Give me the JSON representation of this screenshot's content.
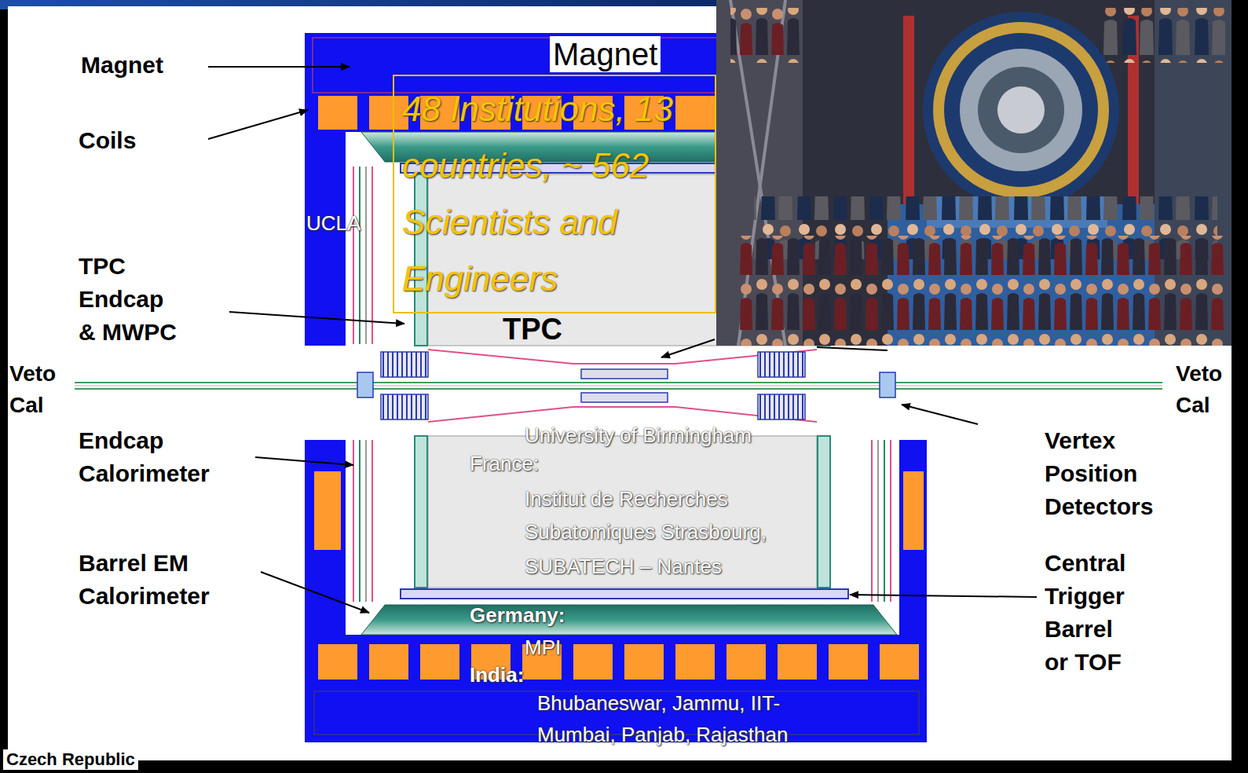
{
  "diagram": {
    "nodes": [
      {
        "text": [
          "48 Institutions, 13 countries, ~ 562 Scientists and Engineers"
        ]
      }
    ],
    "labels": [
      "Magnet",
      "Coils",
      "TPC Endcap & MWPC",
      "Veto Cal",
      "Endcap Calorimeter",
      "Barrel EM Calorimeter",
      "Magnet",
      "TPC",
      "Veto Cal",
      "Vertex Position Detectors",
      "Central Trigger Barrel or TOF",
      "UCLA",
      "University of Birmingham",
      "France:",
      "Institut de Recherches Subatomiques Strasbourg,",
      "SUBATECH – Nantes",
      "Germany:",
      "MPI",
      "India:",
      "Bhubaneswar, Jammu, IIT-Mumbai, Panjab, Rajasthan",
      "Czech Republic"
    ]
  }
}
